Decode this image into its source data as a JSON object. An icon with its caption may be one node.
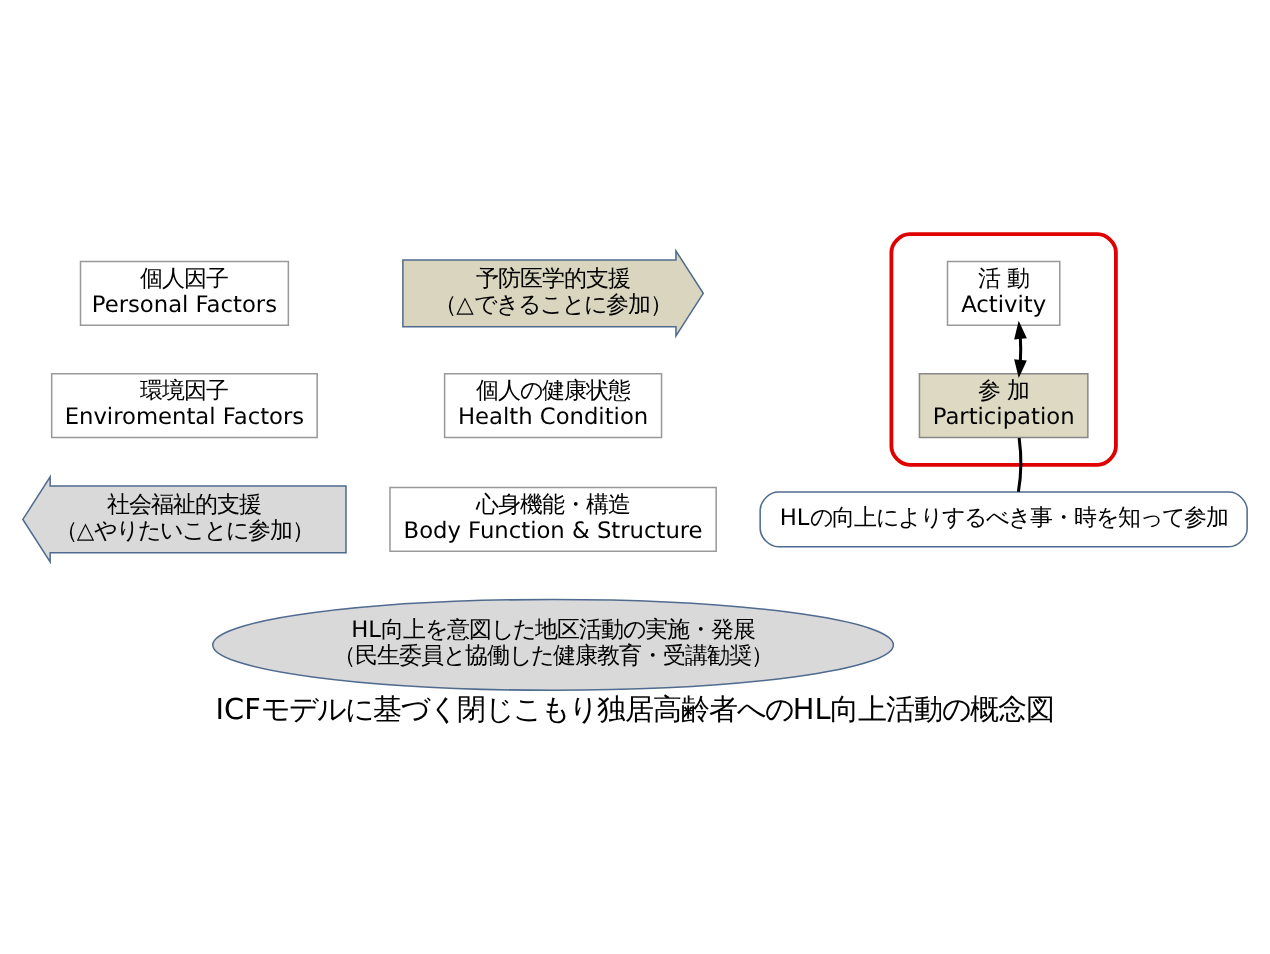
{
  "diagram": {
    "caption": "ICFモデルに基づく閉じこもり独居高齢者へのHL向上活動の概念図",
    "nodes": [
      {
        "text": [
          "個人因子",
          "Personal Factors"
        ]
      },
      {
        "text": [
          "予防医学的支援",
          "（△できることに参加）"
        ]
      },
      {
        "text": [],
        "shape": "box"
      },
      {
        "text": [
          "活 動",
          "Activity"
        ],
        "in": 2
      },
      {
        "text": [
          "参 加",
          "Participation"
        ],
        "in": 2
      },
      {
        "text": [
          "環境因子",
          "Enviromental Factors"
        ]
      },
      {
        "text": [
          "個人の健康状態",
          "Health Condition"
        ]
      },
      {
        "text": [
          "心身機能・構造",
          "Body Function & Structure"
        ]
      },
      {
        "text": [
          "社会福祉的支援",
          "（△やりたいことに参加）"
        ]
      },
      {
        "text": [
          "HLの向上によりするべき事・時を知って参加"
        ]
      },
      {
        "text": [
          "HL向上を意図した地区活動の実施・発展",
          "（民生委員と協働した健康教育・受講勧奨）"
        ]
      }
    ],
    "edges": [
      {
        "from": 3,
        "to": 4,
        "arrow": "both"
      },
      {
        "from": 9,
        "to": 4,
        "arrow": "none"
      }
    ]
  }
}
